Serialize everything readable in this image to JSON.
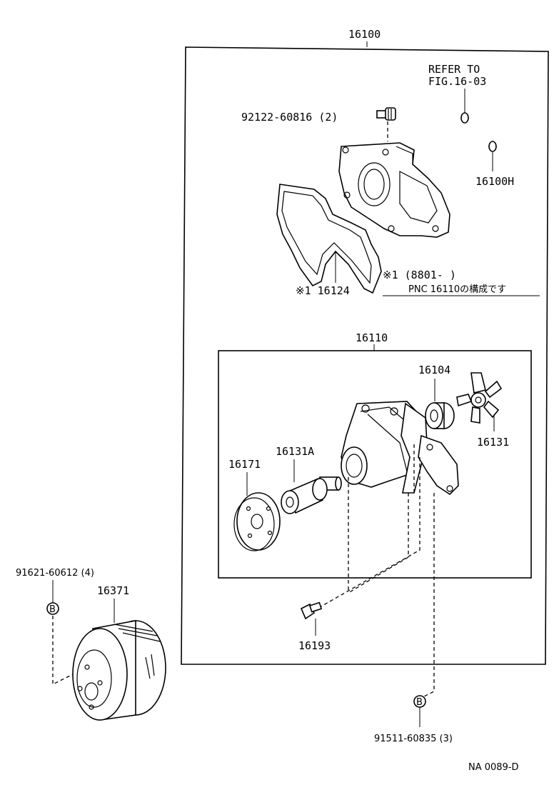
{
  "diagram": {
    "figure_code": "NA 0089-D",
    "assembly_outer": {
      "part_no": "16100"
    },
    "assembly_inner": {
      "part_no": "16110"
    },
    "reference": {
      "line1": "REFER TO",
      "line2": "FIG.16-03"
    },
    "note": {
      "line1": "※1 (8801-        )",
      "line2": "PNC 16110の構成です"
    },
    "parts": {
      "stud_bolt": "92122-60816 (2)",
      "o_ring": "16100H",
      "gasket": "※1  16124",
      "seal": "16104",
      "impeller": "16131",
      "bearing_shaft": "16131A",
      "flange": "16171",
      "bolt": "16193",
      "pulley": "16371",
      "pulley_bolt": "91621-60612 (4)",
      "mount_bolt": "91511-60835 (3)"
    },
    "callouts": {
      "b_upper": "B",
      "b_lower": "B"
    }
  }
}
